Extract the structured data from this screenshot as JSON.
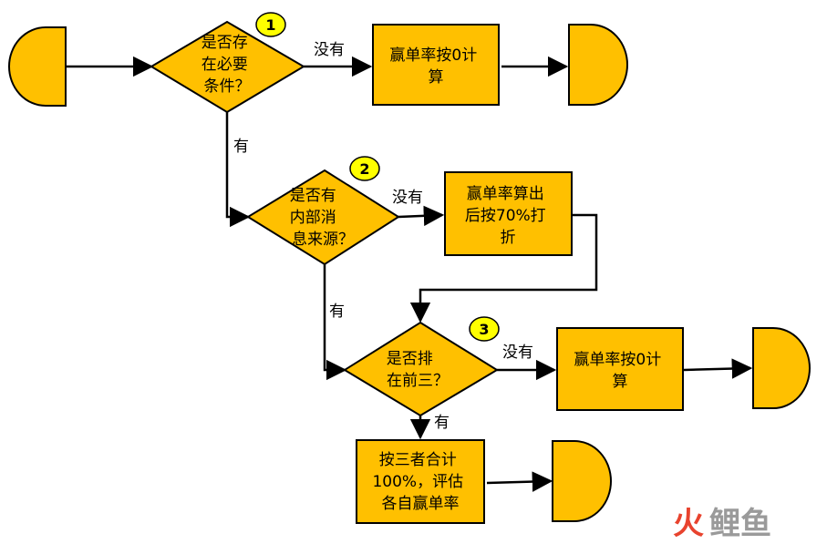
{
  "colors": {
    "shape_fill": "#FFC000",
    "badge_fill": "#FFFF00",
    "stroke": "#000000",
    "watermark_red": "#E8432E",
    "watermark_gray": "#9A9A9A"
  },
  "decisions": [
    {
      "badge": "1",
      "lines": [
        "是否存",
        "在必要",
        "条件？"
      ]
    },
    {
      "badge": "2",
      "lines": [
        "是否有",
        "内部消",
        "息来源？"
      ]
    },
    {
      "badge": "3",
      "lines": [
        "是否排",
        "在前三？"
      ]
    }
  ],
  "processes": [
    {
      "lines": [
        "赢单率按0计",
        "算"
      ]
    },
    {
      "lines": [
        "赢单率算出",
        "后按70%打",
        "折"
      ]
    },
    {
      "lines": [
        "赢单率按0计",
        "算"
      ]
    },
    {
      "lines": [
        "按三者合计",
        "100%，评估",
        "各自赢单率"
      ]
    }
  ],
  "edge_labels": {
    "no_1": "没有",
    "yes_1": "有",
    "no_2": "没有",
    "yes_2": "有",
    "no_3": "没有",
    "yes_3": "有"
  },
  "watermark": "火鲤鱼"
}
